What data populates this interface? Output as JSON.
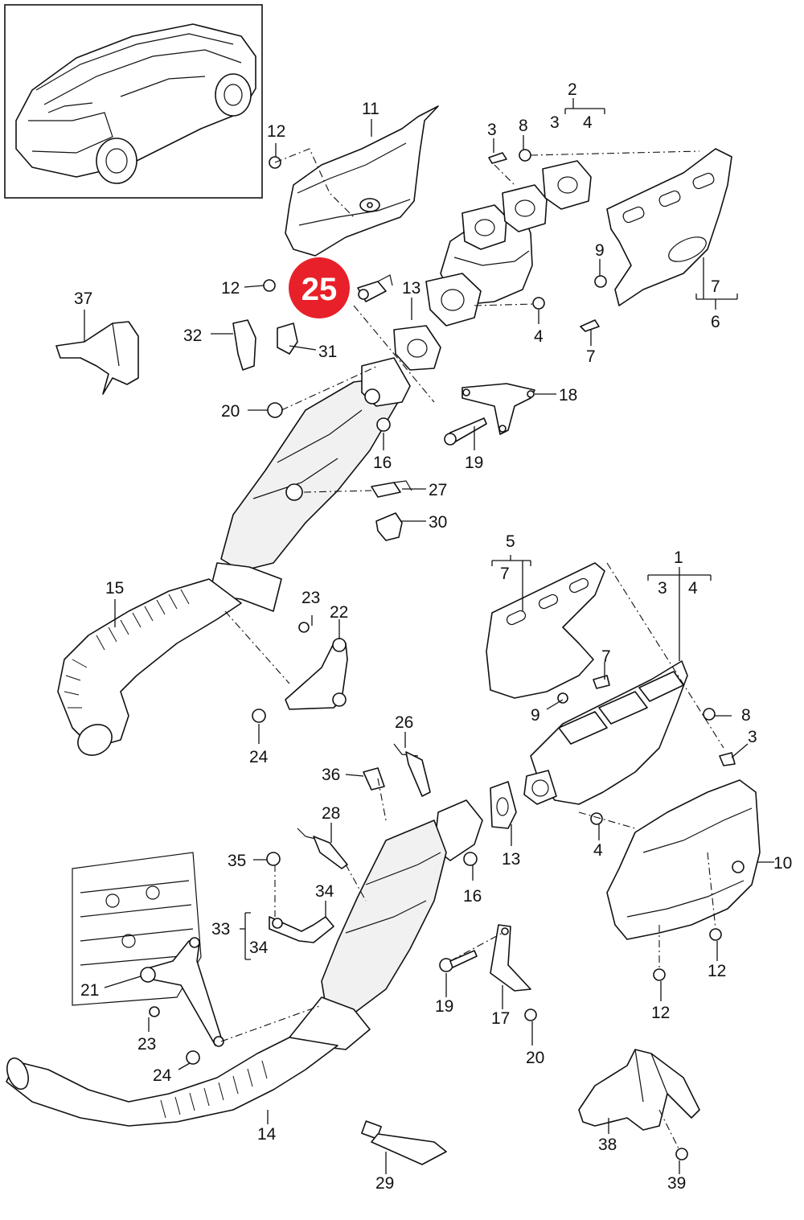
{
  "callouts": [
    {
      "id": "c1",
      "text": "1"
    },
    {
      "id": "c2",
      "text": "2"
    },
    {
      "id": "c3a",
      "text": "3"
    },
    {
      "id": "c4a",
      "text": "4"
    },
    {
      "id": "c3b",
      "text": "3"
    },
    {
      "id": "c8a",
      "text": "8"
    },
    {
      "id": "c11",
      "text": "11"
    },
    {
      "id": "c12a",
      "text": "12"
    },
    {
      "id": "c12b",
      "text": "12"
    },
    {
      "id": "c13a",
      "text": "13"
    },
    {
      "id": "c9a",
      "text": "9"
    },
    {
      "id": "c7a",
      "text": "7"
    },
    {
      "id": "c6",
      "text": "6"
    },
    {
      "id": "c4b",
      "text": "4"
    },
    {
      "id": "c7b",
      "text": "7"
    },
    {
      "id": "c37",
      "text": "37"
    },
    {
      "id": "c32",
      "text": "32"
    },
    {
      "id": "c31",
      "text": "31"
    },
    {
      "id": "c20a",
      "text": "20"
    },
    {
      "id": "c16a",
      "text": "16"
    },
    {
      "id": "c18",
      "text": "18"
    },
    {
      "id": "c19a",
      "text": "19"
    },
    {
      "id": "c27",
      "text": "27"
    },
    {
      "id": "c30",
      "text": "30"
    },
    {
      "id": "c15",
      "text": "15"
    },
    {
      "id": "c5",
      "text": "5"
    },
    {
      "id": "c7c",
      "text": "7"
    },
    {
      "id": "c3c",
      "text": "3"
    },
    {
      "id": "c4c",
      "text": "4"
    },
    {
      "id": "c7d",
      "text": "7"
    },
    {
      "id": "c9b",
      "text": "9"
    },
    {
      "id": "c8b",
      "text": "8"
    },
    {
      "id": "c3d",
      "text": "3"
    },
    {
      "id": "c23a",
      "text": "23"
    },
    {
      "id": "c22",
      "text": "22"
    },
    {
      "id": "c24a",
      "text": "24"
    },
    {
      "id": "c26",
      "text": "26"
    },
    {
      "id": "c36",
      "text": "36"
    },
    {
      "id": "c28",
      "text": "28"
    },
    {
      "id": "c13b",
      "text": "13"
    },
    {
      "id": "c4d",
      "text": "4"
    },
    {
      "id": "c16b",
      "text": "16"
    },
    {
      "id": "c10",
      "text": "10"
    },
    {
      "id": "c35",
      "text": "35"
    },
    {
      "id": "c34a",
      "text": "34"
    },
    {
      "id": "c33",
      "text": "33"
    },
    {
      "id": "c34b",
      "text": "34"
    },
    {
      "id": "c12c",
      "text": "12"
    },
    {
      "id": "c21",
      "text": "21"
    },
    {
      "id": "c19b",
      "text": "19"
    },
    {
      "id": "c17",
      "text": "17"
    },
    {
      "id": "c12d",
      "text": "12"
    },
    {
      "id": "c23b",
      "text": "23"
    },
    {
      "id": "c20b",
      "text": "20"
    },
    {
      "id": "c24b",
      "text": "24"
    },
    {
      "id": "c14",
      "text": "14"
    },
    {
      "id": "c38",
      "text": "38"
    },
    {
      "id": "c29",
      "text": "29"
    },
    {
      "id": "c39",
      "text": "39"
    }
  ],
  "highlight": {
    "text": "25",
    "color": "#e8202a"
  },
  "colors": {
    "ink": "#111111",
    "paper": "#ffffff",
    "highlight": "#e8202a"
  }
}
